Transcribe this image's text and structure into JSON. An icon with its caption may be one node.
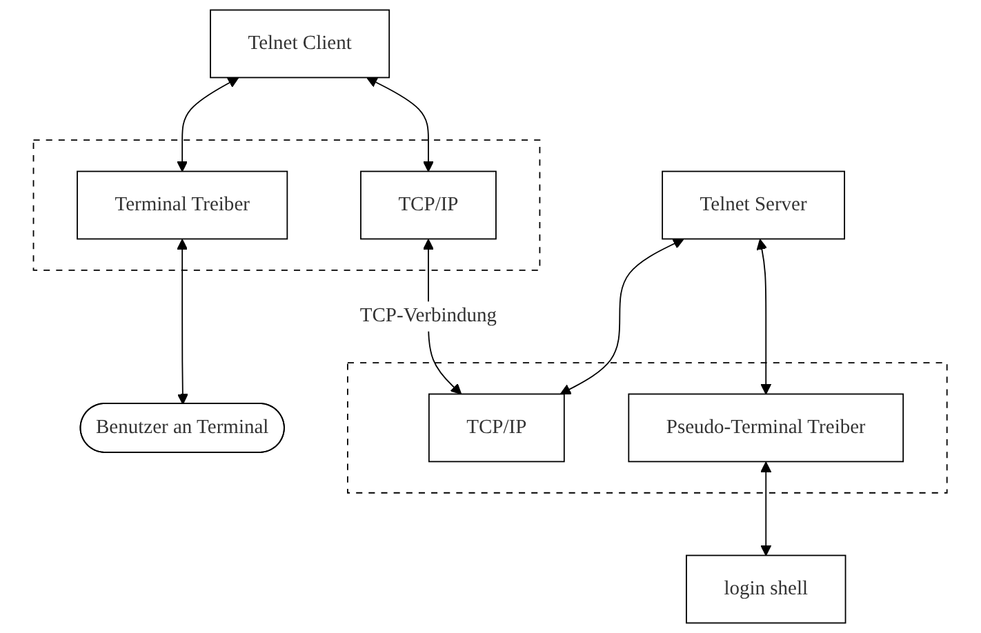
{
  "diagram": {
    "nodes": [
      {
        "text": [
          "Telnet Client"
        ]
      },
      {
        "text": [],
        "shape": "box"
      },
      {
        "text": [
          "Terminal Treiber"
        ],
        "in": 1
      },
      {
        "text": [
          "TCP/IP"
        ],
        "in": 1
      },
      {
        "text": [
          "Telnet Server"
        ]
      },
      {
        "text": [],
        "shape": "box"
      },
      {
        "text": [
          "TCP/IP"
        ],
        "in": 5
      },
      {
        "text": [
          "Pseudo-Terminal Treiber"
        ],
        "in": 5
      },
      {
        "text": [
          "Benutzer an Terminal"
        ]
      },
      {
        "text": [
          "login shell"
        ]
      }
    ],
    "edges": [
      {
        "from": 0,
        "to": 2,
        "arrow": "both"
      },
      {
        "from": 0,
        "to": 3,
        "arrow": "both"
      },
      {
        "from": 4,
        "to": 6,
        "arrow": "both"
      },
      {
        "from": 4,
        "to": 7,
        "arrow": "both"
      },
      {
        "from": 2,
        "to": 8,
        "arrow": "both"
      },
      {
        "from": 3,
        "to": 6,
        "label": "TCP-Verbindung",
        "arrow": "both"
      },
      {
        "from": 7,
        "to": 9,
        "arrow": "both"
      }
    ]
  }
}
